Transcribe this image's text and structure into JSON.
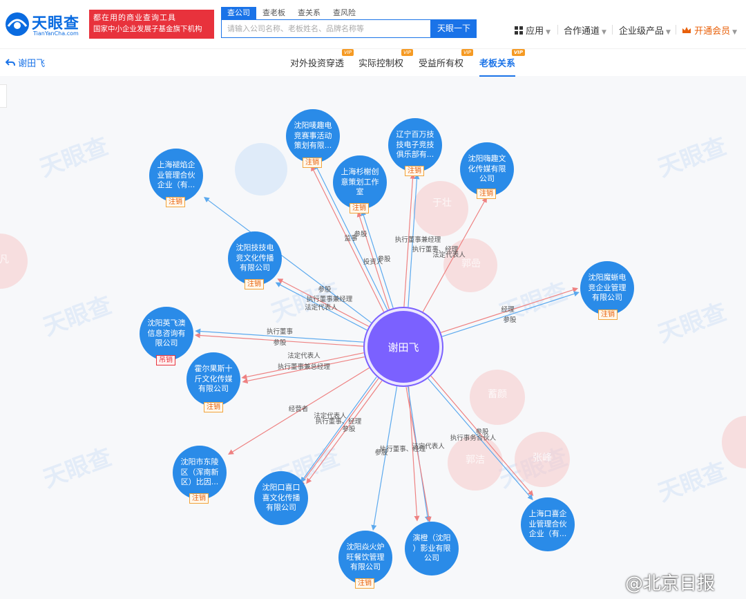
{
  "header": {
    "logo_text": "天眼查",
    "logo_sub": "TianYanCha.com",
    "slogan_line1": "都在用的商业查询工具",
    "slogan_line2": "国家中小企业发展子基金旗下机构",
    "search_tabs": [
      "查公司",
      "查老板",
      "查关系",
      "查风险"
    ],
    "search_placeholder": "请输入公司名称、老板姓名、品牌名称等",
    "search_button": "天眼一下",
    "nav_apps": "应用",
    "nav_partner": "合作通道",
    "nav_enterprise": "企业级产品",
    "nav_vip": "开通会员"
  },
  "subnav": {
    "back_label": "谢田飞",
    "tabs": [
      {
        "label": "对外投资穿透",
        "badge": "VIP"
      },
      {
        "label": "实际控制权",
        "badge": "VIP"
      },
      {
        "label": "受益所有权",
        "badge": "VIP"
      },
      {
        "label": "老板关系",
        "badge": "VIP"
      }
    ]
  },
  "graph": {
    "center": "谢田飞",
    "nodes": [
      {
        "lines": [
          "沈阳唛趣电",
          "竞赛事活动",
          "策划有限..."
        ],
        "status": "注销"
      },
      {
        "lines": [
          "辽宁百万技",
          "技电子竞技",
          "俱乐部有..."
        ],
        "status": "注销"
      },
      {
        "lines": [
          "上海褪焰企",
          "业管理合伙",
          "企业（有..."
        ],
        "status": "注销"
      },
      {
        "lines": [
          "上海杉榭创",
          "意策划工作",
          "室"
        ],
        "status": "注销"
      },
      {
        "lines": [
          "沈阳嗨趣文",
          "化传媒有限",
          "公司"
        ],
        "status": "注销"
      },
      {
        "lines": [
          "沈阳技技电",
          "竞文化传播",
          "有限公司"
        ],
        "status": "注销"
      },
      {
        "lines": [
          "沈阳魔蜥电",
          "竞企业管理",
          "有限公司"
        ],
        "status": "注销"
      },
      {
        "lines": [
          "沈阳英飞澳",
          "信息咨询有",
          "限公司"
        ],
        "status": "吊销"
      },
      {
        "lines": [
          "霍尔果斯十",
          "斤文化传媒",
          "有限公司"
        ],
        "status": "注销"
      },
      {
        "lines": [
          "沈阳市东陵",
          "区（浑南新",
          "区）比因..."
        ],
        "status": "注销"
      },
      {
        "lines": [
          "沈阳口喜口",
          "喜文化传播",
          "有限公司"
        ],
        "status": ""
      },
      {
        "lines": [
          "沈阳焱火炉",
          "旺餐饮管理",
          "有限公司"
        ],
        "status": "注销"
      },
      {
        "lines": [
          "演橙（沈阳",
          "）影业有限",
          "公司"
        ],
        "status": ""
      },
      {
        "lines": [
          "上海口喜企",
          "业管理合伙",
          "企业（有..."
        ],
        "status": ""
      }
    ],
    "edge_labels": [
      "参股",
      "监事",
      "投资人",
      "参股",
      "执行董事兼经理",
      "执行董事、经理",
      "法定代表人",
      "参股",
      "执行董事兼经理",
      "法定代表人",
      "经理",
      "参股",
      "执行董事",
      "参股",
      "法定代表人",
      "执行董事兼总经理",
      "经营者",
      "法定代表人",
      "执行董事、经理",
      "参股",
      "参股",
      "执行董事、经理",
      "法定代表人",
      "执行事务合伙人",
      "参股"
    ],
    "ghost_labels": [
      "于壮",
      "郭嵒",
      "蓄颜",
      "张峰",
      "郭洁",
      "凡"
    ]
  },
  "watermarks": [
    "天眼查"
  ],
  "signature": "@北京日报"
}
